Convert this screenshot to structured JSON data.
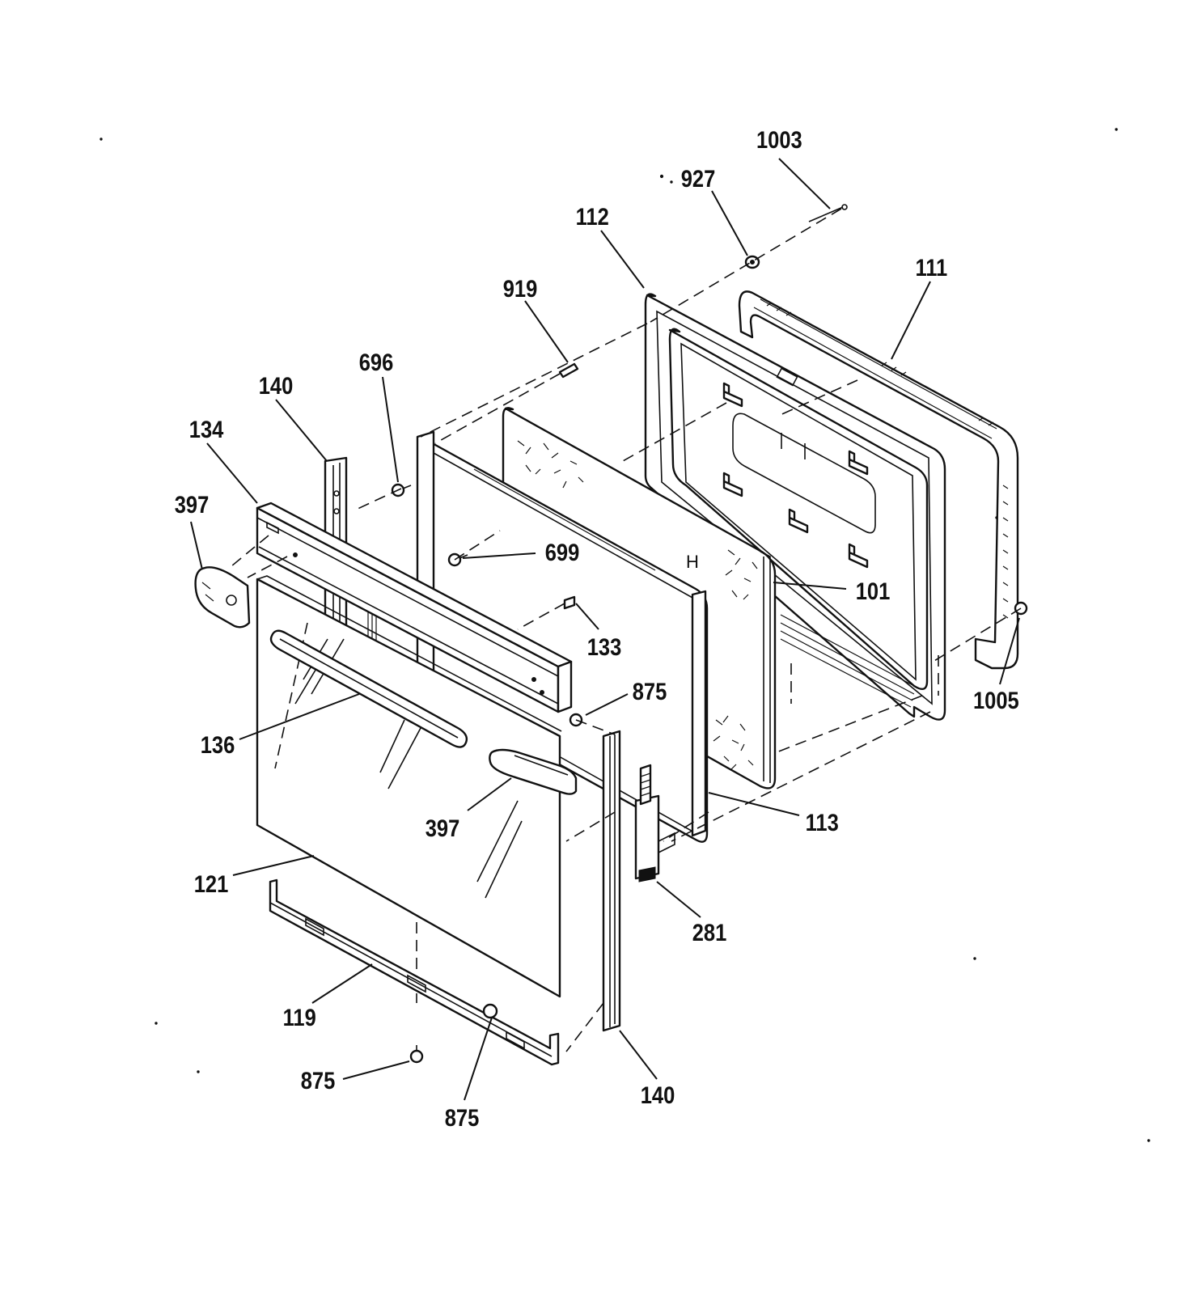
{
  "callouts": [
    {
      "id": "c-1003",
      "text": "1003"
    },
    {
      "id": "c-927",
      "text": "927"
    },
    {
      "id": "c-112",
      "text": "112"
    },
    {
      "id": "c-111",
      "text": "111"
    },
    {
      "id": "c-919",
      "text": "919"
    },
    {
      "id": "c-696",
      "text": "696"
    },
    {
      "id": "c-140a",
      "text": "140"
    },
    {
      "id": "c-134",
      "text": "134"
    },
    {
      "id": "c-397a",
      "text": "397"
    },
    {
      "id": "c-699",
      "text": "699"
    },
    {
      "id": "c-101",
      "text": "101"
    },
    {
      "id": "c-133",
      "text": "133"
    },
    {
      "id": "c-1005",
      "text": "1005"
    },
    {
      "id": "c-875a",
      "text": "875"
    },
    {
      "id": "c-136",
      "text": "136"
    },
    {
      "id": "c-397b",
      "text": "397"
    },
    {
      "id": "c-113",
      "text": "113"
    },
    {
      "id": "c-121",
      "text": "121"
    },
    {
      "id": "c-281",
      "text": "281"
    },
    {
      "id": "c-119",
      "text": "119"
    },
    {
      "id": "c-875b",
      "text": "875"
    },
    {
      "id": "c-875c",
      "text": "875"
    },
    {
      "id": "c-140b",
      "text": "140"
    }
  ],
  "parts": [
    {
      "name": "gasket-111"
    },
    {
      "name": "inner-door-panel-112"
    },
    {
      "name": "insulation-panel-101"
    },
    {
      "name": "inner-glass-panel-113"
    },
    {
      "name": "outer-door-glass-121"
    },
    {
      "name": "top-trim-134"
    },
    {
      "name": "door-handle-136"
    },
    {
      "name": "handle-end-cap-397-left"
    },
    {
      "name": "handle-end-cap-397-right"
    },
    {
      "name": "side-trim-140-left"
    },
    {
      "name": "side-trim-140-right"
    },
    {
      "name": "bottom-trim-119"
    },
    {
      "name": "hinge-281"
    },
    {
      "name": "screw-1003"
    },
    {
      "name": "washer-927"
    },
    {
      "name": "spacer-919"
    },
    {
      "name": "screw-696"
    },
    {
      "name": "screw-699"
    },
    {
      "name": "clip-133"
    },
    {
      "name": "screw-1005"
    },
    {
      "name": "screw-875"
    }
  ]
}
